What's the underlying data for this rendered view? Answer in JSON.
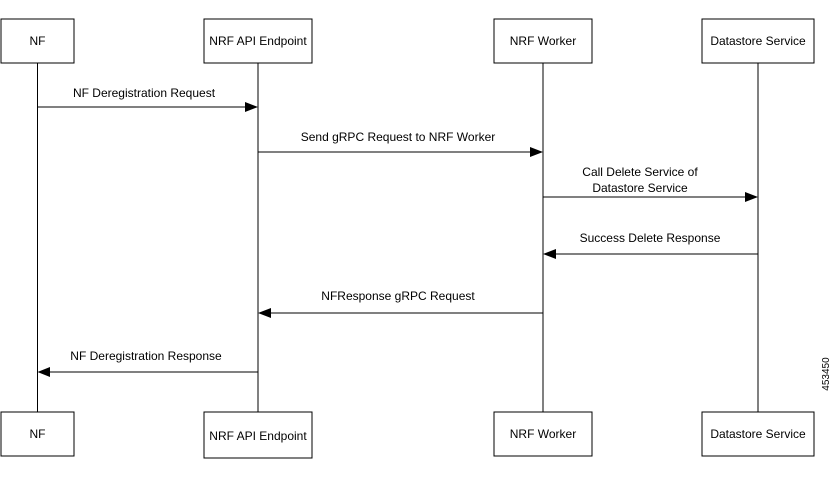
{
  "participants": [
    {
      "id": "nf",
      "label": "NF"
    },
    {
      "id": "api",
      "label": "NRF API Endpoint"
    },
    {
      "id": "worker",
      "label": "NRF Worker"
    },
    {
      "id": "ds",
      "label": "Datastore Service"
    }
  ],
  "messages": [
    {
      "from": "nf",
      "to": "api",
      "lines": [
        "NF Deregistration Request"
      ]
    },
    {
      "from": "api",
      "to": "worker",
      "lines": [
        "Send gRPC Request to NRF Worker"
      ]
    },
    {
      "from": "worker",
      "to": "ds",
      "lines": [
        "Call Delete Service of",
        "Datastore Service"
      ]
    },
    {
      "from": "ds",
      "to": "worker",
      "lines": [
        "Success Delete Response"
      ]
    },
    {
      "from": "worker",
      "to": "api",
      "lines": [
        "NFResponse gRPC Request"
      ]
    },
    {
      "from": "api",
      "to": "nf",
      "lines": [
        "NF Deregistration Response"
      ]
    }
  ],
  "figure_id": "453450"
}
